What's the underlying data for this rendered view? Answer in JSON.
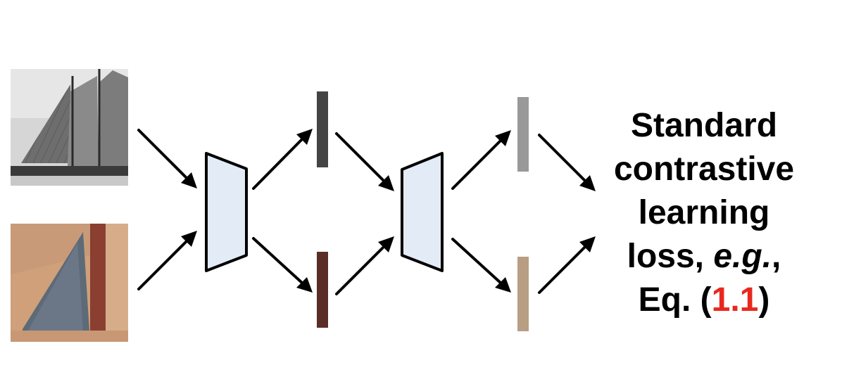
{
  "caption": {
    "line1": "Standard",
    "line2": "contrastive",
    "line3": "learning",
    "line4_prefix": "loss, ",
    "line4_italic": "e.g.",
    "line4_suffix": ",",
    "line5_prefix": "Eq. (",
    "line5_ref": "1.1",
    "line5_suffix": ")"
  },
  "colors": {
    "encoder_fill": "#e3ebf6",
    "embedding_top": "#444444",
    "embedding_bottom": "#5a2e26",
    "projection_top": "#999999",
    "projection_bottom": "#b89e82",
    "reference": "#e8281e"
  }
}
